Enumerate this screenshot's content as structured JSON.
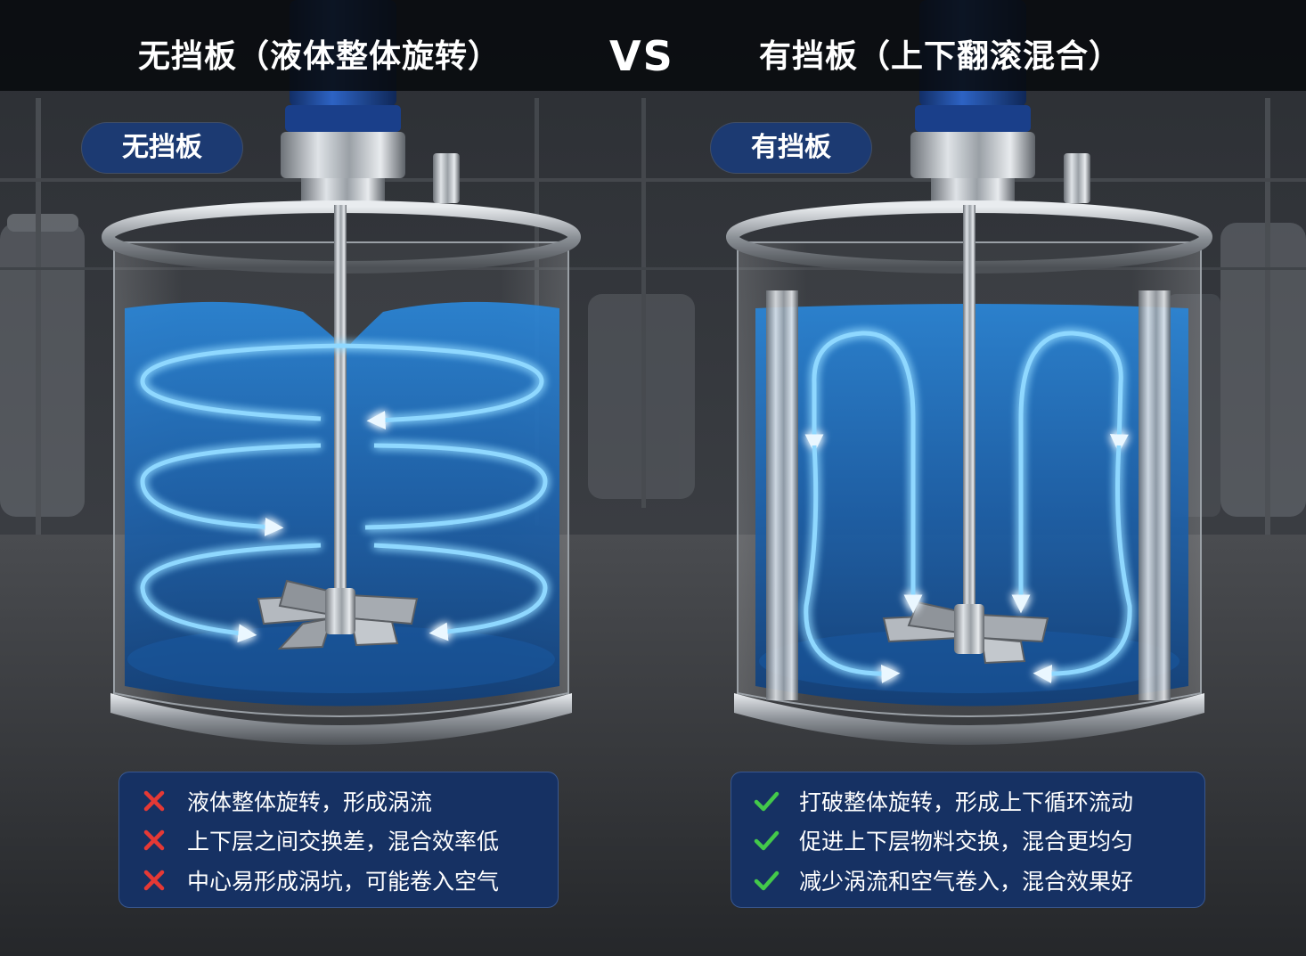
{
  "header": {
    "left_title": "无挡板（液体整体旋转）",
    "vs": "VS",
    "right_title": "有挡板（上下翻滚混合）"
  },
  "left_panel": {
    "label": "无挡板",
    "flow_pattern": "horizontal-swirl",
    "status_icon": "x-mark-icon",
    "points": [
      "液体整体旋转，形成涡流",
      "上下层之间交换差，混合效率低",
      "中心易形成涡坑，可能卷入空气"
    ]
  },
  "right_panel": {
    "label": "有挡板",
    "flow_pattern": "vertical-loops",
    "status_icon": "check-mark-icon",
    "points": [
      "打破整体旋转，形成上下循环流动",
      "促进上下层物料交换，混合更均匀",
      "减少涡流和空气卷入，混合效果好"
    ]
  },
  "colors": {
    "flow_glow": "#5fc4ff",
    "liquid": "#1f6fc0",
    "label_bg": "#1c3a72",
    "info_bg": "#163163",
    "x_mark": "#e53935",
    "check_mark": "#43c94a",
    "steel": "#b9bec4",
    "motor": "#1f4ea8"
  }
}
